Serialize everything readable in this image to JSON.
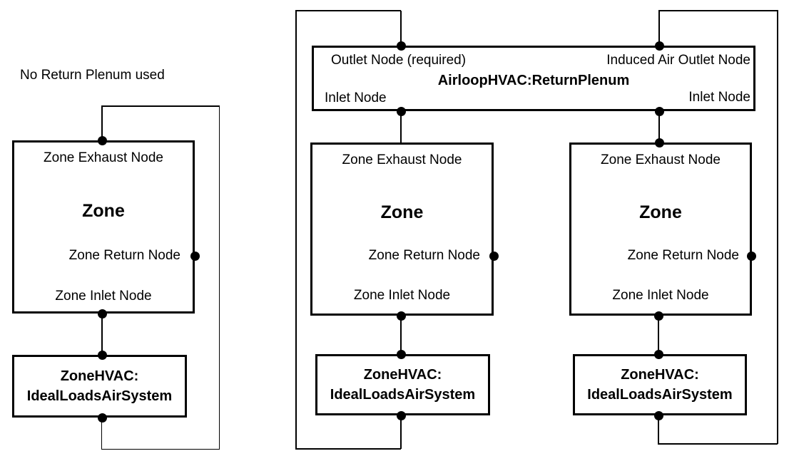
{
  "page": {
    "background_color": "#ffffff",
    "ink_color": "#000000"
  },
  "left_diagram": {
    "caption": "No Return Plenum used",
    "zone": {
      "exhaust_label": "Zone Exhaust Node",
      "title": "Zone",
      "return_label": "Zone Return Node",
      "inlet_label": "Zone Inlet Node"
    },
    "hvac": {
      "line1": "ZoneHVAC:",
      "line2": "IdealLoadsAirSystem"
    }
  },
  "right_diagram": {
    "plenum": {
      "outlet_label": "Outlet Node (required)",
      "induced_outlet_label": "Induced Air Outlet Node",
      "title": "AirloopHVAC:ReturnPlenum",
      "inlet_left_label": "Inlet Node",
      "inlet_right_label": "Inlet Node"
    },
    "zone_left": {
      "exhaust_label": "Zone Exhaust Node",
      "title": "Zone",
      "return_label": "Zone Return Node",
      "inlet_label": "Zone Inlet Node"
    },
    "hvac_left": {
      "line1": "ZoneHVAC:",
      "line2": "IdealLoadsAirSystem"
    },
    "zone_right": {
      "exhaust_label": "Zone Exhaust Node",
      "title": "Zone",
      "return_label": "Zone Return Node",
      "inlet_label": "Zone Inlet Node"
    },
    "hvac_right": {
      "line1": "ZoneHVAC:",
      "line2": "IdealLoadsAirSystem"
    }
  }
}
